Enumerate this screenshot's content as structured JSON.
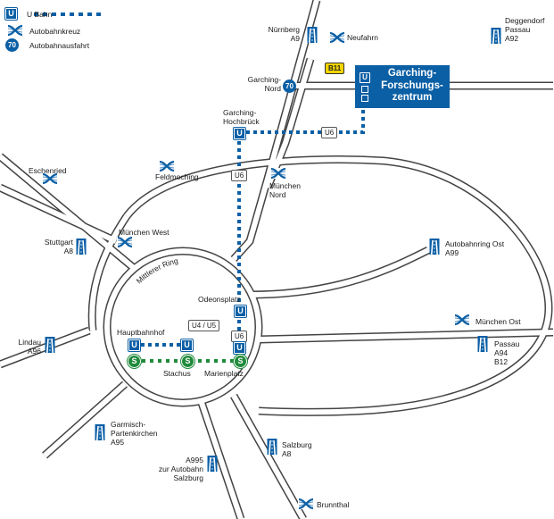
{
  "legend": {
    "ubahn": "U Bahn",
    "autobahnkreuz": "Autobahnkreuz",
    "autobahnausfahrt": "Autobahnausfahrt",
    "exit_number": "70"
  },
  "destination": {
    "line1": "Garching-",
    "line2": "Forschungs-",
    "line3": "zentrum"
  },
  "labels": {
    "nuernberg": "Nürnberg",
    "a9": "A9",
    "neufahrn": "Neufahrn",
    "deggendorf": "Deggendorf",
    "passau_a92": "Passau",
    "a92": "A92",
    "garching_nord_1": "Garching-",
    "garching_nord_2": "Nord",
    "exit_70": "70",
    "b11": "B11",
    "garching_hb_1": "Garching-",
    "garching_hb_2": "Hochbrück",
    "u6_top": "U6",
    "eschenried": "Eschenried",
    "feldmoching": "Feldmoching",
    "u6_mid": "U6",
    "muenchen_nord_1": "München",
    "muenchen_nord_2": "Nord",
    "stuttgart": "Stuttgart",
    "a8_stuttgart": "A8",
    "muenchen_west": "München West",
    "autobahnring_ost": "Autobahnring Ost",
    "a99": "A99",
    "mittlerer_ring": "Mittlerer Ring",
    "odeonsplatz": "Odeonsplatz",
    "u4u5": "U4 / U5",
    "hauptbahnhof": "Hauptbahnhof",
    "u6_low": "U6",
    "muenchen_ost": "München Ost",
    "lindau": "Lindau",
    "a96": "A96",
    "stachus": "Stachus",
    "marienplatz": "Marienplatz",
    "passau_a94": "Passau",
    "a94": "A94",
    "b12": "B12",
    "garmisch_1": "Garmisch-",
    "garmisch_2": "Partenkirchen",
    "a95": "A95",
    "salzburg": "Salzburg",
    "a8_salzburg": "A8",
    "a995_1": "A995",
    "a995_2": "zur Autobahn",
    "a995_3": "Salzburg",
    "brunnthal": "Brunnthal"
  },
  "colors": {
    "road": "#c9c9c9",
    "road_casing": "#444444",
    "ubahn": "#0b5fa5",
    "sbahn": "#1f8a3b",
    "b11": "#f2d400",
    "autobahn_icon": "#0b5fa5"
  }
}
